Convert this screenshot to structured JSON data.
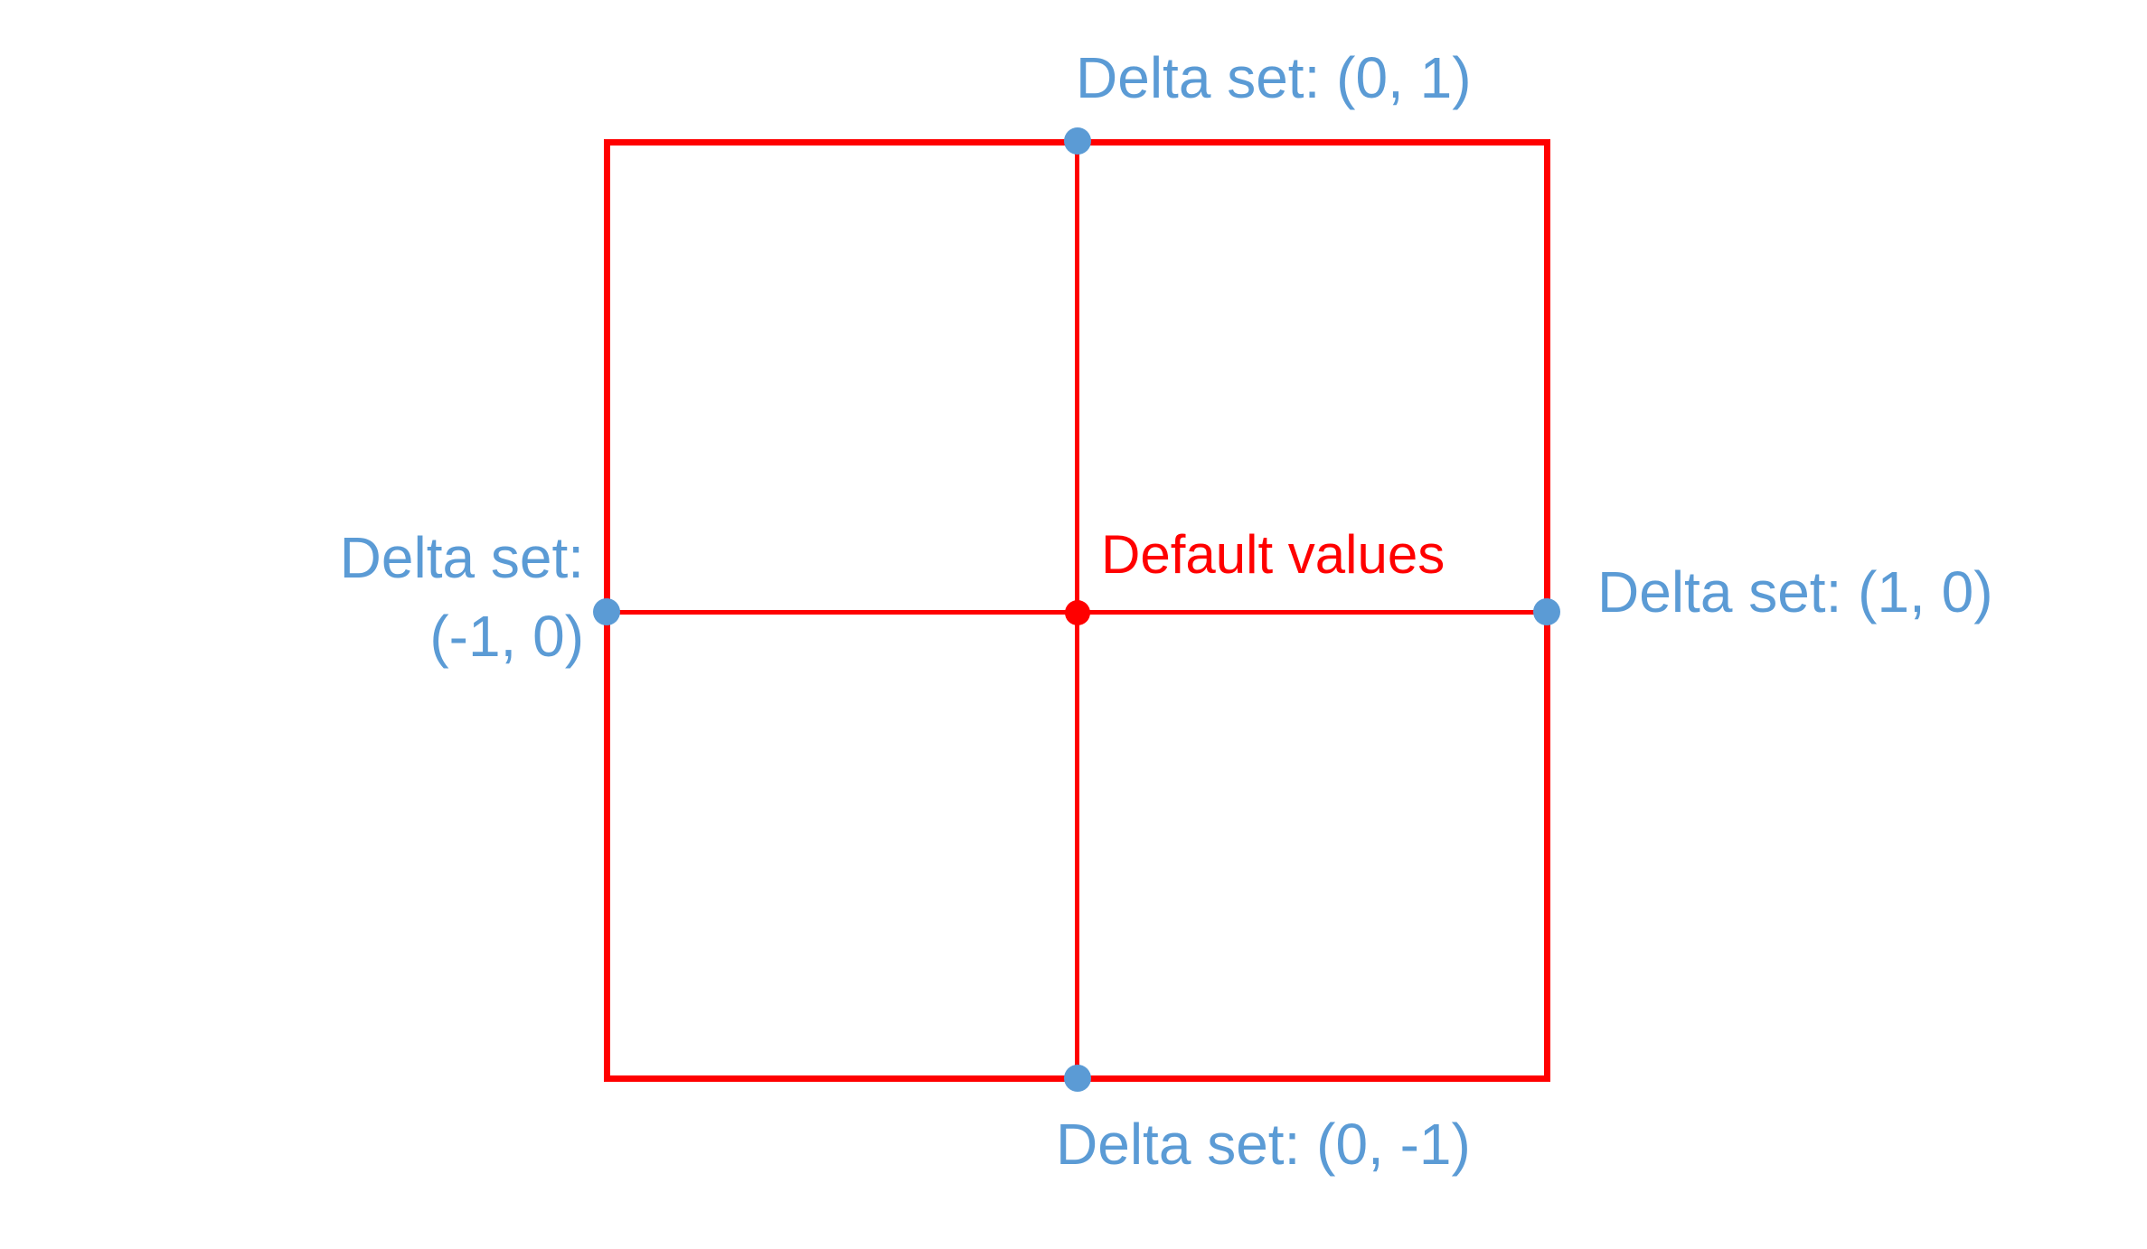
{
  "colors": {
    "red": "#FF0000",
    "blue": "#5B9BD5",
    "background": "#FFFFFF"
  },
  "diagram": {
    "labels": {
      "top": "Delta set: (0, 1)",
      "right": "Delta set: (1, 0)",
      "bottom": "Delta set: (0, -1)",
      "left_line1": "Delta set:",
      "left_line2": "(-1, 0)",
      "center": "Default values"
    },
    "points": [
      {
        "position": "top",
        "delta": [
          0,
          1
        ],
        "marker_color": "#5B9BD5"
      },
      {
        "position": "right",
        "delta": [
          1,
          0
        ],
        "marker_color": "#5B9BD5"
      },
      {
        "position": "bottom",
        "delta": [
          0,
          -1
        ],
        "marker_color": "#5B9BD5"
      },
      {
        "position": "left",
        "delta": [
          -1,
          0
        ],
        "marker_color": "#5B9BD5"
      },
      {
        "position": "center",
        "description": "Default values",
        "marker_color": "#FF0000"
      }
    ]
  }
}
